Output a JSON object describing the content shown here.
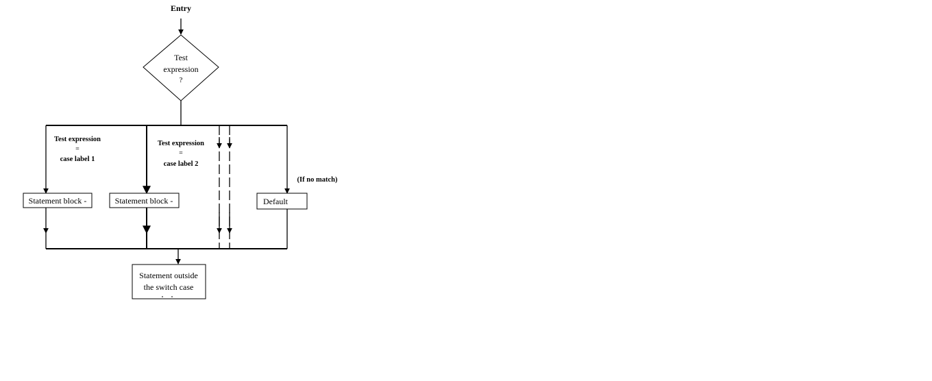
{
  "entry_label": "Entry",
  "decision": {
    "line1": "Test",
    "line2": "expression",
    "line3": "?"
  },
  "case1_condition": {
    "line1": "Test expression",
    "line2": "=",
    "line3": "case label 1"
  },
  "case2_condition": {
    "line1": "Test expression",
    "line2": "=",
    "line3": "case label 2"
  },
  "no_match_label": "(If no match)",
  "statement_block_1": "Statement block -",
  "statement_block_2": "Statement block -",
  "default_block": "Default",
  "outside": {
    "line1": "Statement outside",
    "line2": "the switch case"
  }
}
